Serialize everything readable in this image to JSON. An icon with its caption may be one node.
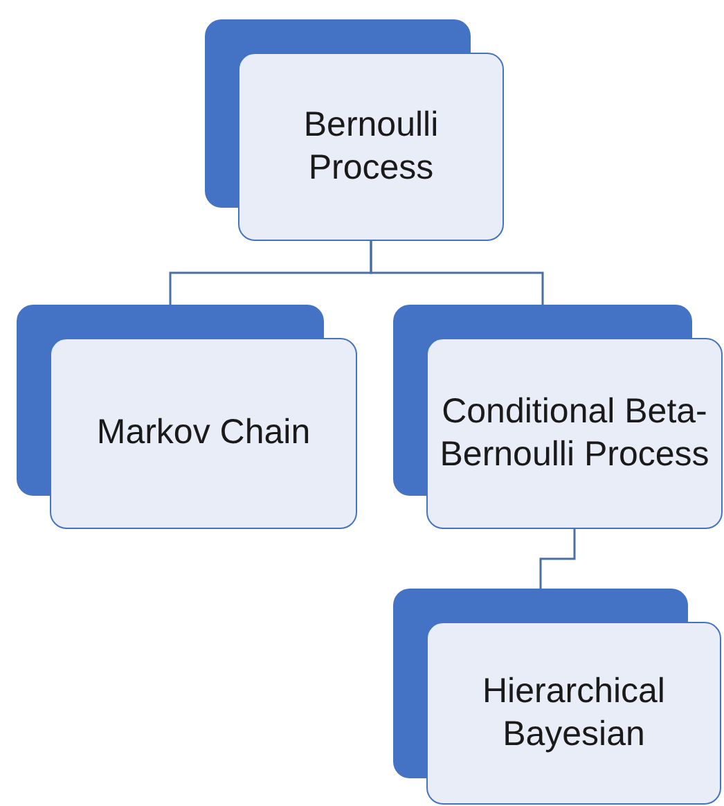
{
  "diagram": {
    "nodes": [
      {
        "text": [
          "Bernoulli Process"
        ]
      },
      {
        "text": [
          "Markov Chain"
        ]
      },
      {
        "text": [
          "Conditional Beta-Bernoulli Process"
        ]
      },
      {
        "text": [
          "Hierarchical Bayesian"
        ]
      }
    ],
    "edges": [
      {
        "from": 0,
        "to": 1,
        "arrow": "none"
      },
      {
        "from": 0,
        "to": 2,
        "arrow": "none"
      },
      {
        "from": 2,
        "to": 3,
        "arrow": "none"
      }
    ]
  }
}
